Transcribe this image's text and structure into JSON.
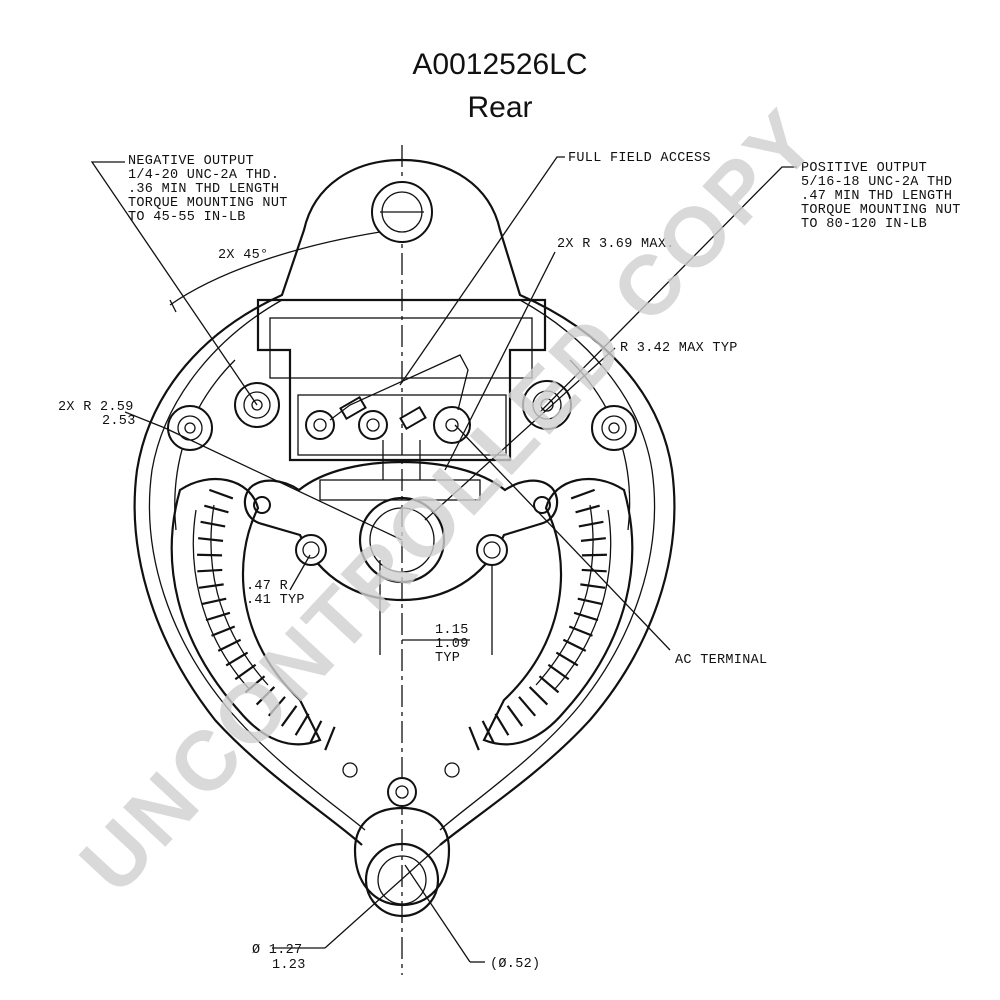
{
  "title": "A0012526LC",
  "subtitle": "Rear",
  "callouts": {
    "negative_output": [
      "NEGATIVE OUTPUT",
      "1/4-20 UNC-2A THD.",
      ".36 MIN THD LENGTH",
      "TORQUE MOUNTING NUT",
      "TO 45-55 IN-LB"
    ],
    "full_field_access": "FULL FIELD ACCESS",
    "positive_output": [
      "POSITIVE OUTPUT",
      "5/16-18 UNC-2A THD",
      ".47 MIN THD LENGTH",
      "TORQUE MOUNTING NUT",
      "TO 80-120 IN-LB"
    ],
    "angle": "2X 45°",
    "radius_369": "2X R 3.69 MAX.",
    "radius_342": "R 3.42 MAX TYP",
    "radius_259": [
      "2X R 2.59",
      "2.53"
    ],
    "radius_47": [
      ".47 R",
      ".41 TYP"
    ],
    "spacing": [
      "1.15",
      "1.09",
      "TYP"
    ],
    "ac_terminal": "AC TERMINAL",
    "diameter_127": [
      "Ø 1.27",
      "1.23"
    ],
    "diameter_52": "(Ø.52)"
  },
  "watermark": "UNCONTROLLED COPY"
}
